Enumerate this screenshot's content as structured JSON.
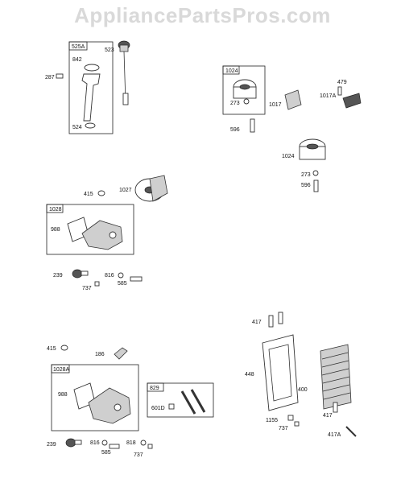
{
  "watermark": "AppliancePartsPros.com",
  "group_boxes": [
    "525A",
    "1024",
    "1028",
    "1028A",
    "829"
  ],
  "parts": [
    "842",
    "523",
    "287",
    "524",
    "273",
    "1017",
    "479",
    "1017A",
    "596",
    "1024",
    "273",
    "596",
    "415",
    "1027",
    "988",
    "239",
    "816",
    "585",
    "737",
    "417",
    "415",
    "186",
    "988",
    "601D",
    "448",
    "400",
    "1155",
    "417",
    "737",
    "417A",
    "239",
    "816",
    "585",
    "818",
    "737"
  ]
}
